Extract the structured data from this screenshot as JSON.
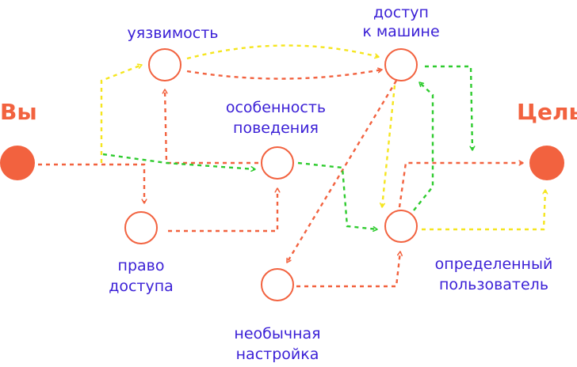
{
  "colors": {
    "orange": "#f2623f",
    "yellow": "#f5e51e",
    "green": "#2ecb2e",
    "label": "#3a1fd6"
  },
  "labels": {
    "you": "Вы",
    "goal": "Цель",
    "vulnerability": "уязвимость",
    "machine_access_1": "доступ",
    "machine_access_2": "к машине",
    "behavior_1": "особенность",
    "behavior_2": "поведения",
    "access_right_1": "право",
    "access_right_2": "доступа",
    "specific_user_1": "определенный",
    "specific_user_2": "пользователь",
    "unusual_setting_1": "необычная",
    "unusual_setting_2": "настройка"
  }
}
